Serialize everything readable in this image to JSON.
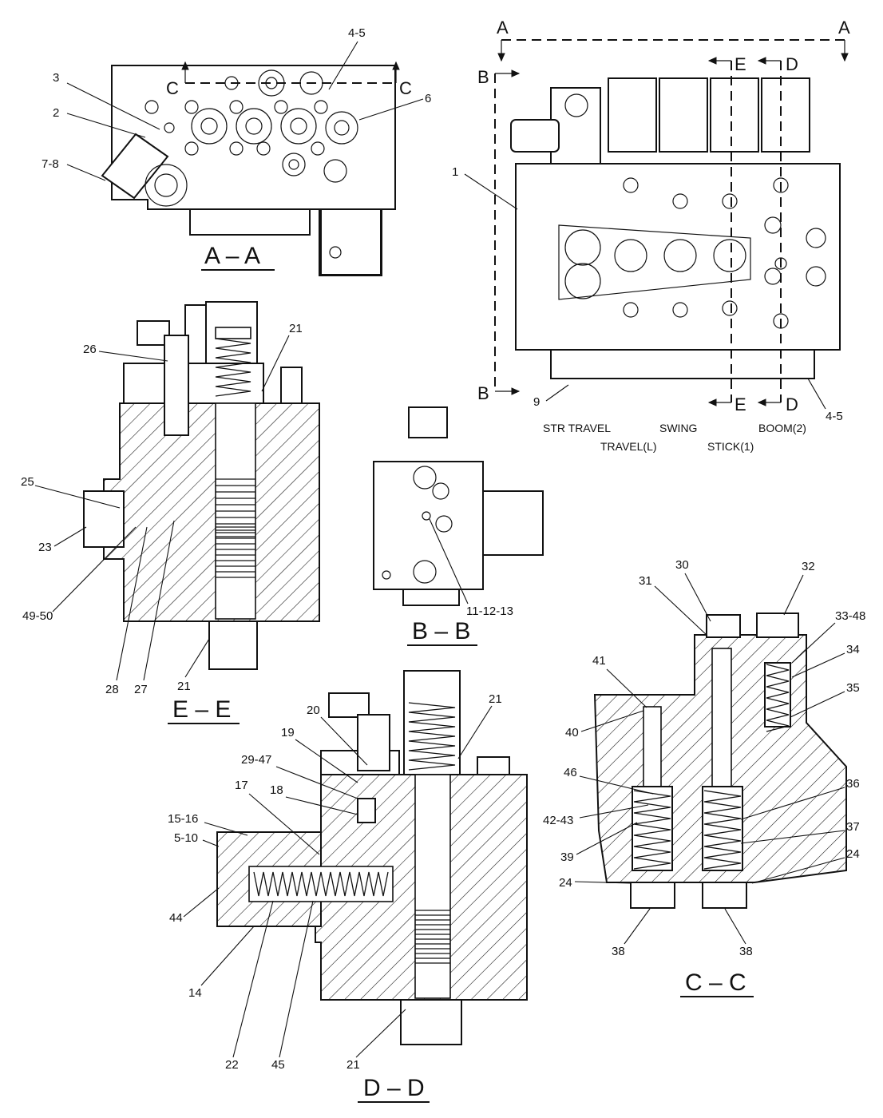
{
  "sections": {
    "aa": "A – A",
    "bb": "B – B",
    "cc": "C – C",
    "dd": "D – D",
    "ee": "E – E"
  },
  "cut_markers": {
    "a_left": "A",
    "a_right": "A",
    "b_top": "B",
    "b_bottom": "B",
    "c_left": "C",
    "c_right": "C",
    "d_top": "D",
    "d_bottom": "D",
    "e_top": "E",
    "e_bottom": "E"
  },
  "functions": {
    "str_travel": "STR TRAVEL",
    "swing": "SWING",
    "boom2": "BOOM(2)",
    "travel_l": "TRAVEL(L)",
    "stick1": "STICK(1)"
  },
  "callouts": {
    "c1": "1",
    "c2": "2",
    "c3": "3",
    "c6": "6",
    "c7_8": "7-8",
    "c9": "9",
    "c4_5_top": "4-5",
    "c4_5_right": "4-5",
    "c11_12_13": "11-12-13",
    "c14": "14",
    "c15_16": "15-16",
    "c17": "17",
    "c18": "18",
    "c19": "19",
    "c20": "20",
    "c21_ee_top": "21",
    "c21_ee_bot": "21",
    "c21_dd_top": "21",
    "c21_dd_bot": "21",
    "c22": "22",
    "c23": "23",
    "c24_l": "24",
    "c24_r": "24",
    "c25": "25",
    "c26": "26",
    "c27": "27",
    "c28": "28",
    "c29_47": "29-47",
    "c30": "30",
    "c31": "31",
    "c32": "32",
    "c33_48": "33-48",
    "c34": "34",
    "c35": "35",
    "c36": "36",
    "c37": "37",
    "c38_l": "38",
    "c38_r": "38",
    "c39": "39",
    "c40": "40",
    "c41": "41",
    "c42_43": "42-43",
    "c44": "44",
    "c45": "45",
    "c46": "46",
    "c49_50": "49-50",
    "c5_10": "5-10"
  }
}
